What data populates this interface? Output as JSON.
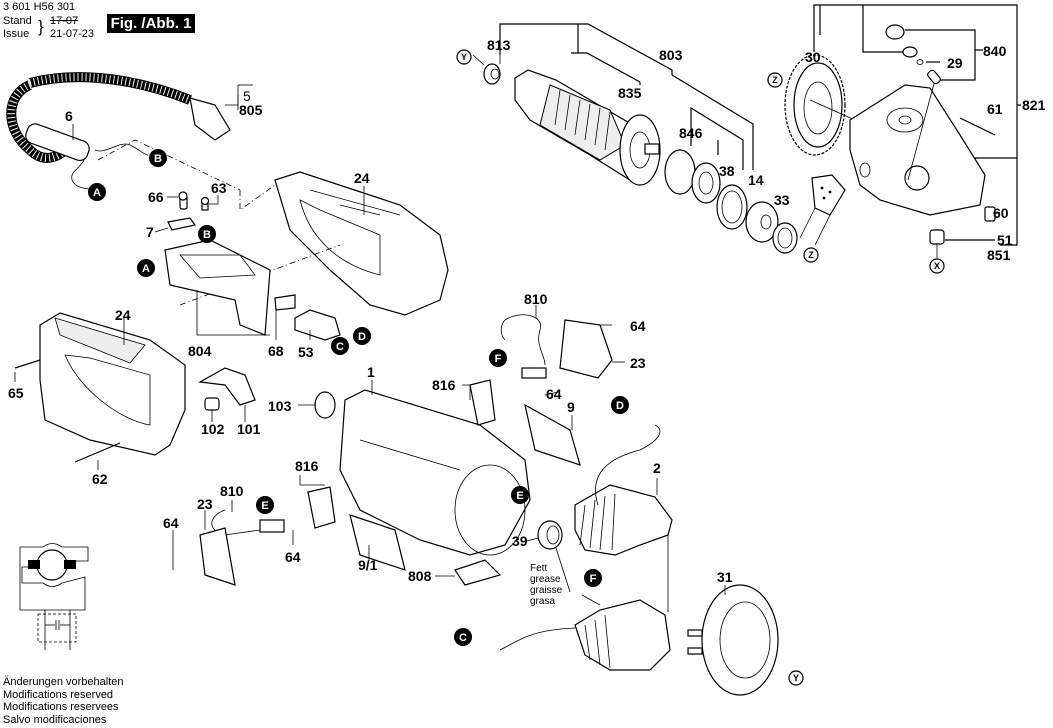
{
  "header": {
    "part_number": "3 601 H56 301",
    "stand_label": "Stand",
    "issue_label": "Issue",
    "stand_date_crossed": "17-07",
    "issue_date": "21-07-23",
    "figure_title": "Fig. /Abb. 1"
  },
  "footer": {
    "lines": [
      "Änderungen vorbehalten",
      "Modifications reserved",
      "Modifications reservees",
      "Salvo modificaciones"
    ]
  },
  "grease_note": [
    "Fett",
    "grease",
    "graisse",
    "grasa"
  ],
  "connectors_dark": [
    "A",
    "B",
    "C",
    "D",
    "E",
    "F"
  ],
  "connectors_light": [
    "X",
    "Y",
    "Z"
  ],
  "labels": {
    "l813": "813",
    "l803": "803",
    "l835": "835",
    "l30": "30",
    "l840": "840",
    "l29": "29",
    "l821": "821",
    "l61": "61",
    "l846": "846",
    "l38": "38",
    "l14": "14",
    "l33": "33",
    "l60": "60",
    "l51": "51",
    "l851": "851",
    "l5": "5",
    "l805": "805",
    "l6": "6",
    "l24a": "24",
    "l66": "66",
    "l63": "63",
    "l7": "7",
    "l804": "804",
    "l68": "68",
    "l53": "53",
    "l24b": "24",
    "l65": "65",
    "l102": "102",
    "l101": "101",
    "l62": "62",
    "l810a": "810",
    "l64a": "64",
    "l23a": "23",
    "l816a": "816",
    "l64b": "64",
    "l9": "9",
    "l1": "1",
    "l103": "103",
    "l2": "2",
    "l810b": "810",
    "l816b": "816",
    "l23b": "23",
    "l64c": "64",
    "l64d": "64",
    "l91": "9/1",
    "l808": "808",
    "l39": "39",
    "l31": "31"
  }
}
